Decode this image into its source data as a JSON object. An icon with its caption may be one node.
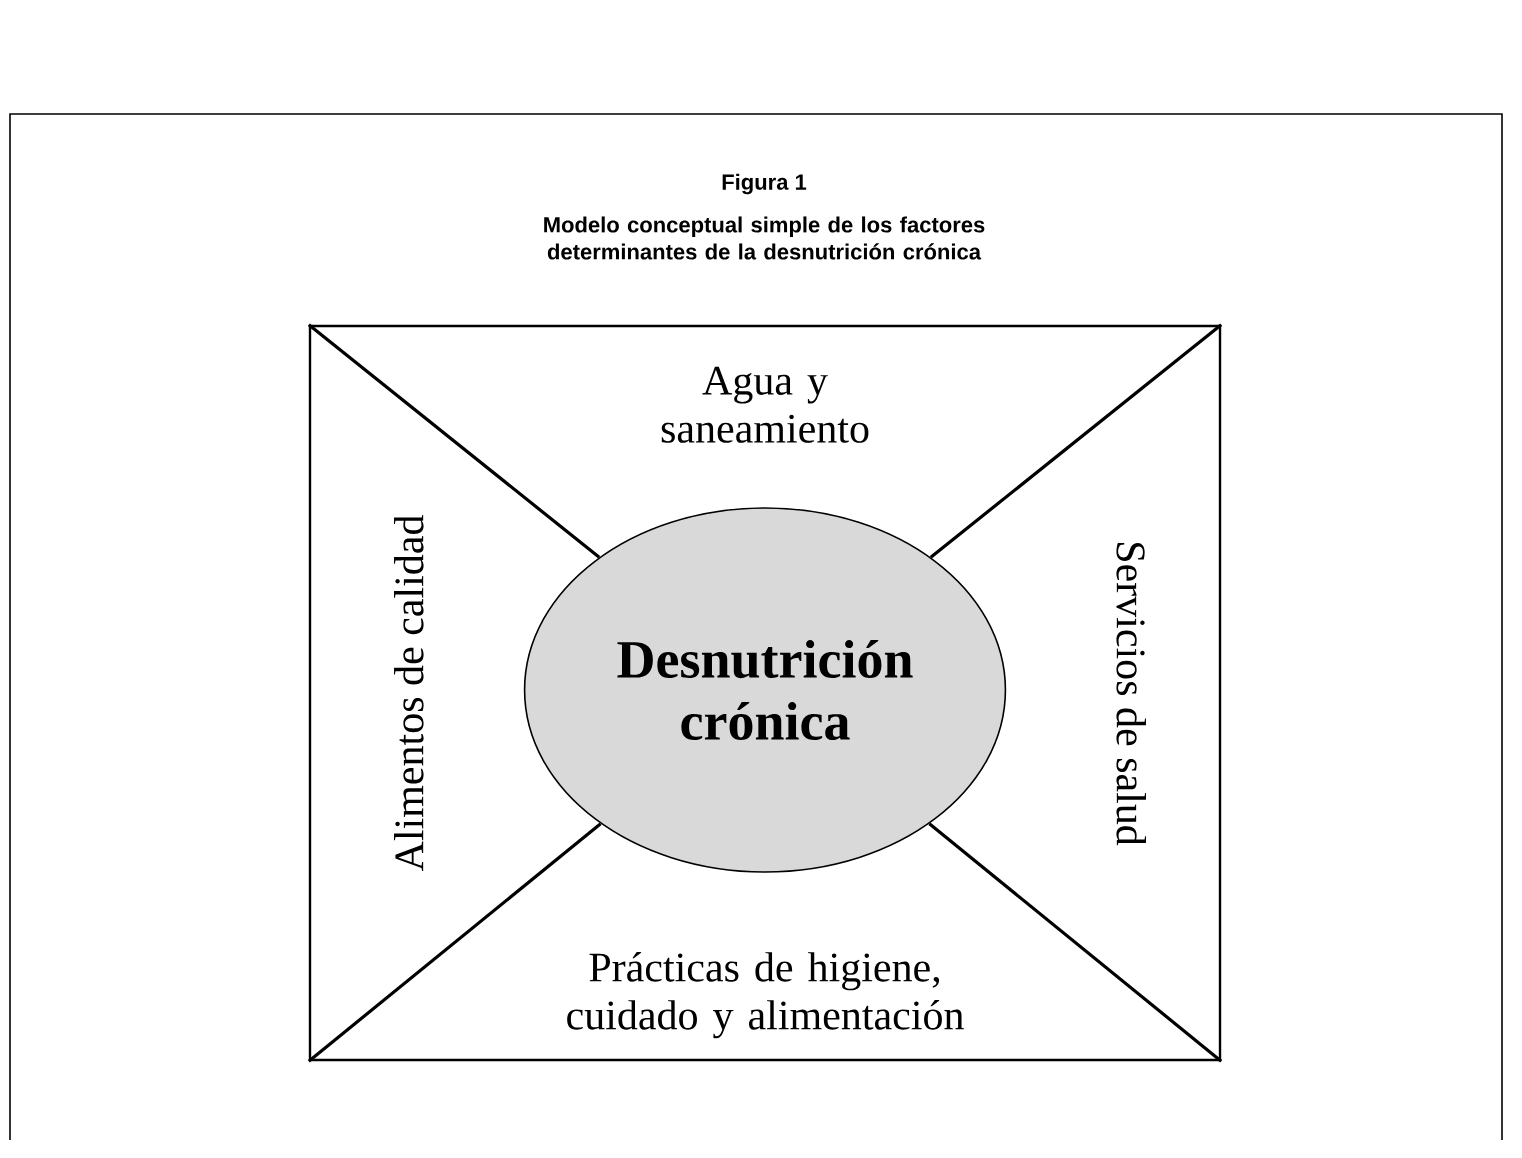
{
  "diagram": {
    "title": "Modelo conceptual simple de los factores determinantes de la desnutrición crónica",
    "labels": [
      "Figura 1"
    ],
    "nodes": [
      {
        "text": [],
        "shape": "box"
      },
      {
        "text": [
          "Agua y saneamiento"
        ],
        "in": 0
      },
      {
        "text": [
          "Alimentos de calidad"
        ],
        "in": 0
      },
      {
        "text": [
          "Desnutrición crónica"
        ],
        "in": 0
      },
      {
        "text": [
          "Servicios de salud"
        ],
        "in": 0
      },
      {
        "text": [
          "Prácticas de higiene, cuidado y alimentación"
        ],
        "in": 0
      }
    ]
  }
}
